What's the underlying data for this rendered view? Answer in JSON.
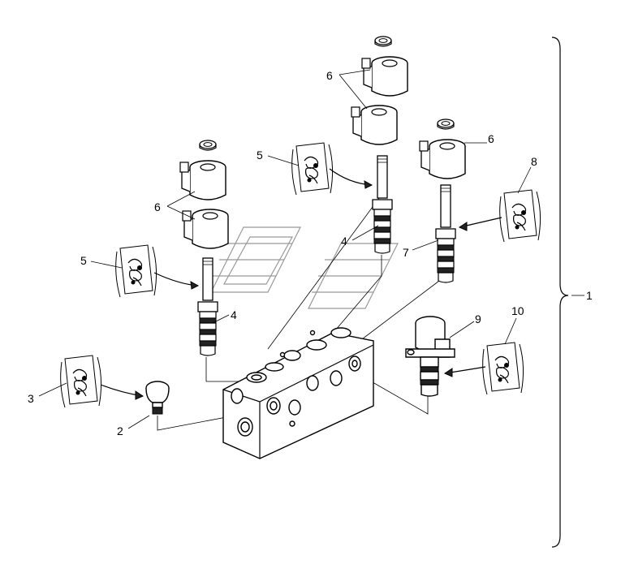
{
  "callouts": [
    {
      "id": "c1",
      "label": "1"
    },
    {
      "id": "c2",
      "label": "2"
    },
    {
      "id": "c3",
      "label": "3"
    },
    {
      "id": "c4a",
      "label": "4"
    },
    {
      "id": "c4b",
      "label": "4"
    },
    {
      "id": "c5a",
      "label": "5"
    },
    {
      "id": "c5b",
      "label": "5"
    },
    {
      "id": "c6a",
      "label": "6"
    },
    {
      "id": "c6b",
      "label": "6"
    },
    {
      "id": "c6c",
      "label": "6"
    },
    {
      "id": "c7",
      "label": "7"
    },
    {
      "id": "c8",
      "label": "8"
    },
    {
      "id": "c9",
      "label": "9"
    },
    {
      "id": "c10",
      "label": "10"
    }
  ]
}
